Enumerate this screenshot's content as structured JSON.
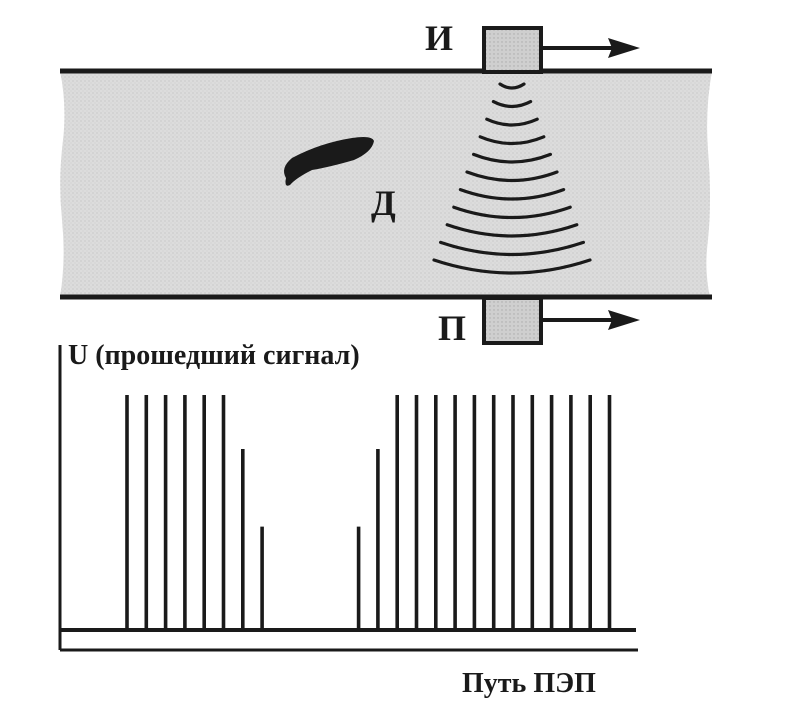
{
  "labels": {
    "emitter": "И",
    "receiver": "П",
    "defect": "Д",
    "y_axis": "U (прошедший сигнал)",
    "x_axis": "Путь ПЭП"
  },
  "colors": {
    "ink": "#1a1a1a",
    "specimen_fill": "#d9d9d9",
    "transducer_fill": "#c8c8c8",
    "background": "#ffffff"
  },
  "signal": {
    "max_level": 1,
    "pulses": [
      1,
      1,
      1,
      1,
      1,
      1,
      0.77,
      0.44,
      0,
      0,
      0,
      0,
      0.44,
      0.77,
      1,
      1,
      1,
      1,
      1,
      1,
      1,
      1,
      1,
      1,
      1,
      1
    ]
  },
  "wave_fronts": 11
}
